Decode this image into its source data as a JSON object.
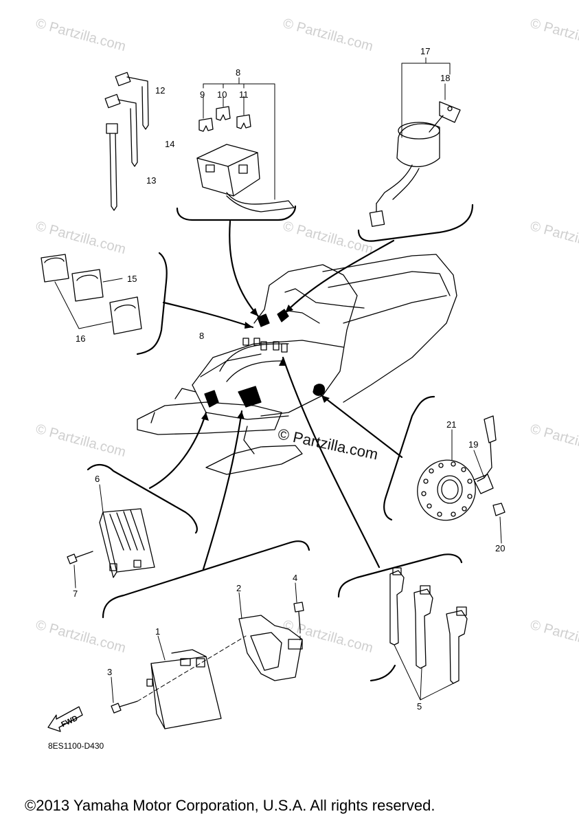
{
  "watermark": {
    "text": "© Partzilla.com"
  },
  "center_watermark": "© Partzilla.com",
  "callouts": {
    "c1": "1",
    "c2": "2",
    "c3": "3",
    "c4": "4",
    "c5": "5",
    "c6": "6",
    "c7": "7",
    "c8a": "8",
    "c8b": "8",
    "c9": "9",
    "c10": "10",
    "c11": "11",
    "c12": "12",
    "c13": "13",
    "c14": "14",
    "c15": "15",
    "c16": "16",
    "c17": "17",
    "c18": "18",
    "c19": "19",
    "c20": "20",
    "c21": "21"
  },
  "fwd_label": "FWD",
  "diagram_code": "8ES1100-D430",
  "copyright": "©2013 Yamaha Motor Corporation, U.S.A. All rights reserved."
}
